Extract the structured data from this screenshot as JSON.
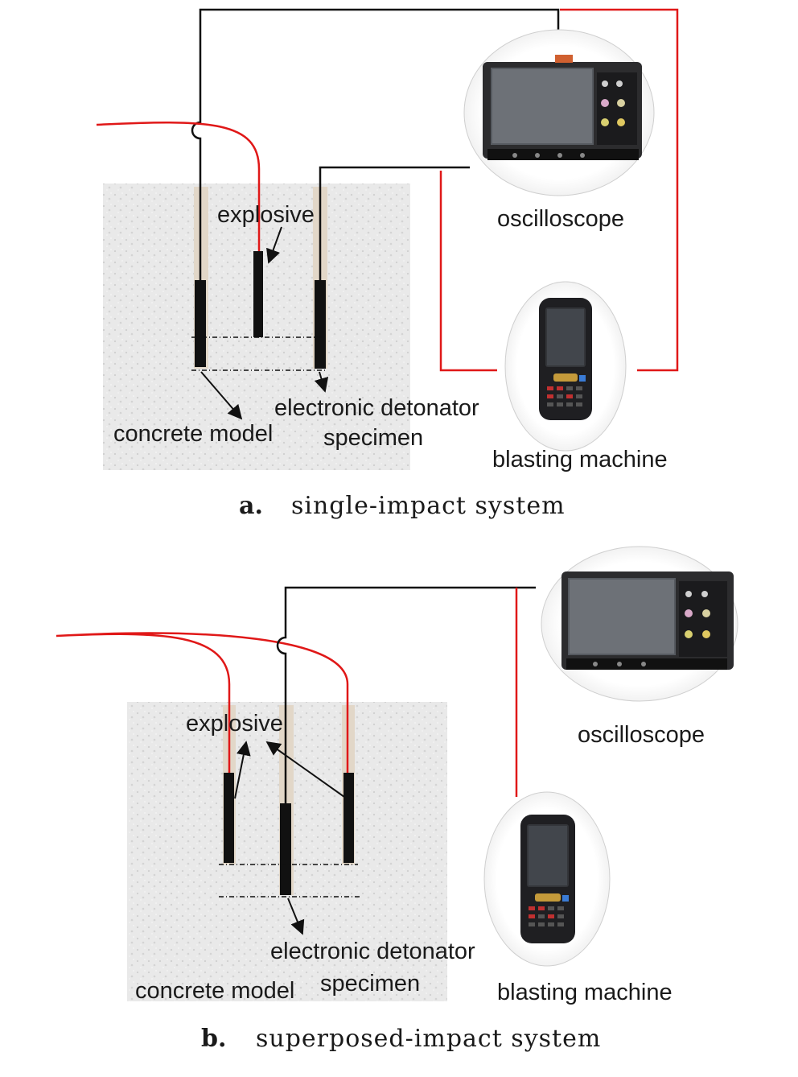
{
  "panel_a": {
    "labels": {
      "explosive": "explosive",
      "oscilloscope": "oscilloscope",
      "detonator_line1": "electronic detonator",
      "detonator_line2": "specimen",
      "concrete_model": "concrete model",
      "blasting_machine": "blasting machine"
    },
    "caption": {
      "letter": "a.",
      "text": "single-impact system"
    }
  },
  "panel_b": {
    "labels": {
      "explosive": "explosive",
      "oscilloscope": "oscilloscope",
      "detonator_line1": "electronic detonator",
      "detonator_line2": "specimen",
      "concrete_model": "concrete model",
      "blasting_machine": "blasting machine"
    },
    "caption": {
      "letter": "b.",
      "text": "superposed-impact system"
    }
  },
  "colors": {
    "red_wire": "#e01818",
    "black_wire": "#111111",
    "concrete": "#e6e6e6"
  },
  "icons": [
    "oscilloscope-photo",
    "blasting-machine-photo"
  ]
}
